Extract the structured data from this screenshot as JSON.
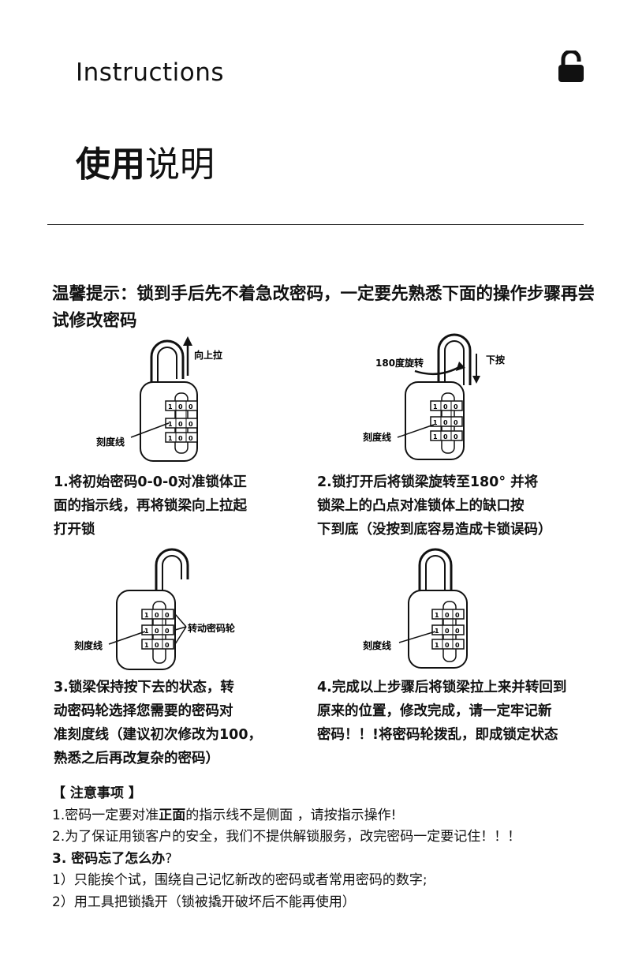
{
  "header": {
    "title": "Instructions"
  },
  "title": {
    "bold": "使用",
    "light": "说明"
  },
  "tip": "温馨提示：锁到手后先不着急改密码，一定要先熟悉下面的操作步骤再尝试修改密码",
  "figures": {
    "fig1": {
      "pull_up": "向上拉",
      "scale_line": "刻度线"
    },
    "fig2": {
      "rotate": "180度旋转",
      "press_down": "下按",
      "scale_line": "刻度线"
    },
    "fig3": {
      "wheel": "转动密码轮",
      "scale_line": "刻度线"
    },
    "fig4": {
      "scale_line": "刻度线"
    },
    "dial_digits": [
      "1",
      "0",
      "0"
    ]
  },
  "steps": {
    "step1": {
      "line1a": "1.将初始密码0-0-0对准锁体",
      "line1b": "正",
      "line2a": "面",
      "line2b": "的指示线，再将锁梁向上拉起",
      "line3": "打开锁"
    },
    "step2": {
      "line1": "2.锁打开后将锁梁旋转至180°  并将",
      "line2": "锁梁上的凸点对准锁体上的缺口按",
      "line3": "下到底（没按到底容易造成卡锁误码）"
    },
    "step3": {
      "line1": "3.锁梁保持按下去的状态，转",
      "line2": "动密码轮选择您需要的密码对",
      "line3": "准刻度线（建议初次修改为100，",
      "line4": "熟悉之后再改复杂的密码）"
    },
    "step4": {
      "line1": "4.完成以上步骤后将锁梁拉上来并转回到",
      "line2": "原来的位置，修改完成，请一定牢记新",
      "line3": "密码！！!将密码轮拨乱，即成锁定状态"
    }
  },
  "notes": {
    "heading": "【 注意事项 】",
    "n1a": "1.密码一定要对准",
    "n1b": "正面",
    "n1c": "的指示线不是侧面 ，请按指示操作!",
    "n2": "2.为了保证用锁客户的安全，我们不提供解锁服务，改完密码一定要记住！！！",
    "n3a": "3. 密码忘了怎么办",
    "n3b": "?",
    "n4": "1）只能挨个试，围绕自己记忆新改的密码或者常用密码的数字;",
    "n5": "2）用工具把锁撬开（锁被撬开破坏后不能再使用）"
  }
}
